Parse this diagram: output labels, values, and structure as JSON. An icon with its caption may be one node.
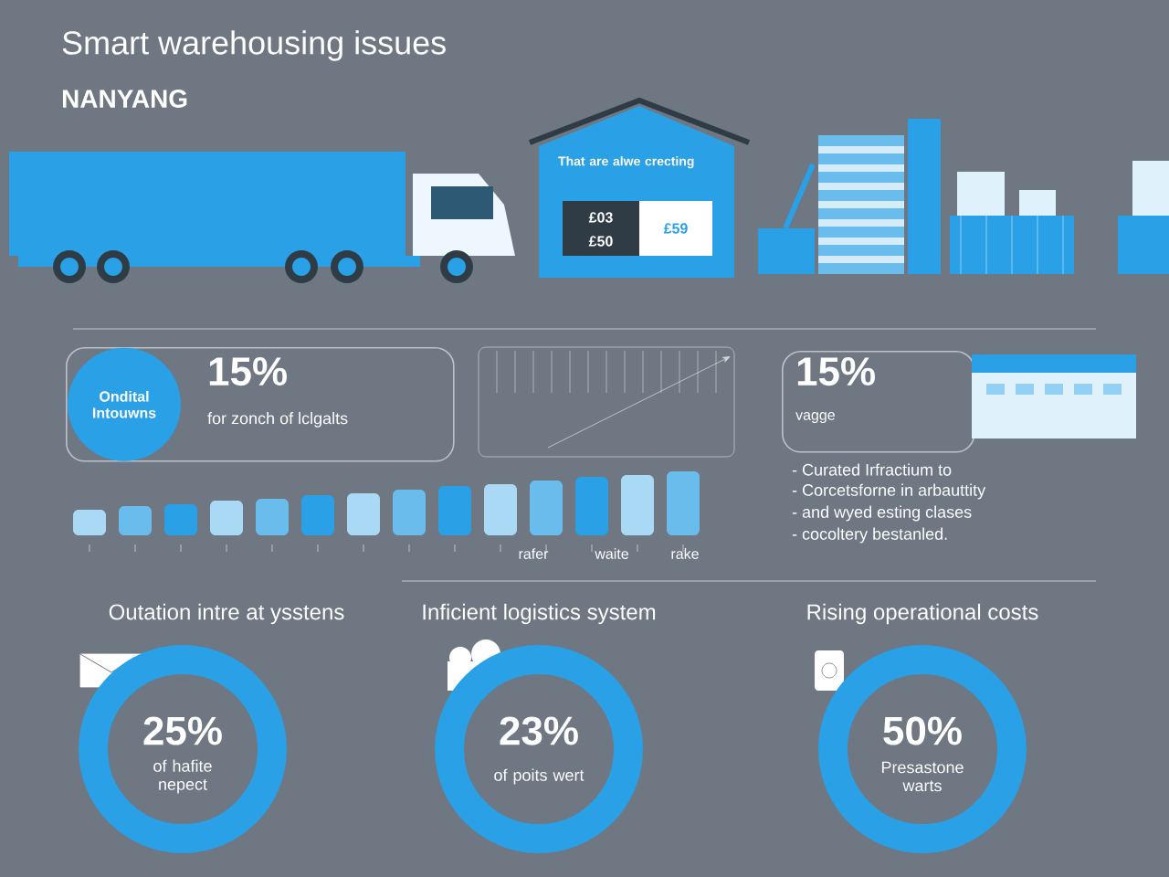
{
  "diagram": {
    "title": "Smart warehousing issues",
    "nodes": [
      {
        "text": [
          "15%",
          "for zonch of lclgalts"
        ]
      },
      {
        "text": [
          "Ondital Intouwns"
        ],
        "in": 0
      },
      {
        "text": [
          "15%",
          "vagge"
        ]
      },
      {
        "text": [
          "25%",
          "of hafite nepect"
        ],
        "beside": [
          "Outation intre at ysstens"
        ]
      },
      {
        "text": [
          "23%",
          "of poits wert"
        ],
        "beside": [
          "Inficient logistics system"
        ]
      },
      {
        "text": [
          "50%",
          "Presastone warts"
        ],
        "beside": [
          "Rising operational costs"
        ]
      }
    ],
    "edges": [],
    "labels": [
      "NANYANG",
      "That are alwe crecting",
      "£03",
      "£50",
      "£59",
      "rafer",
      "waite",
      "rake",
      "- Curated Irfractium to",
      "- Corcetsforne in arbauttity",
      "- and wyed esting clases",
      "- cocoltery bestanled."
    ]
  }
}
